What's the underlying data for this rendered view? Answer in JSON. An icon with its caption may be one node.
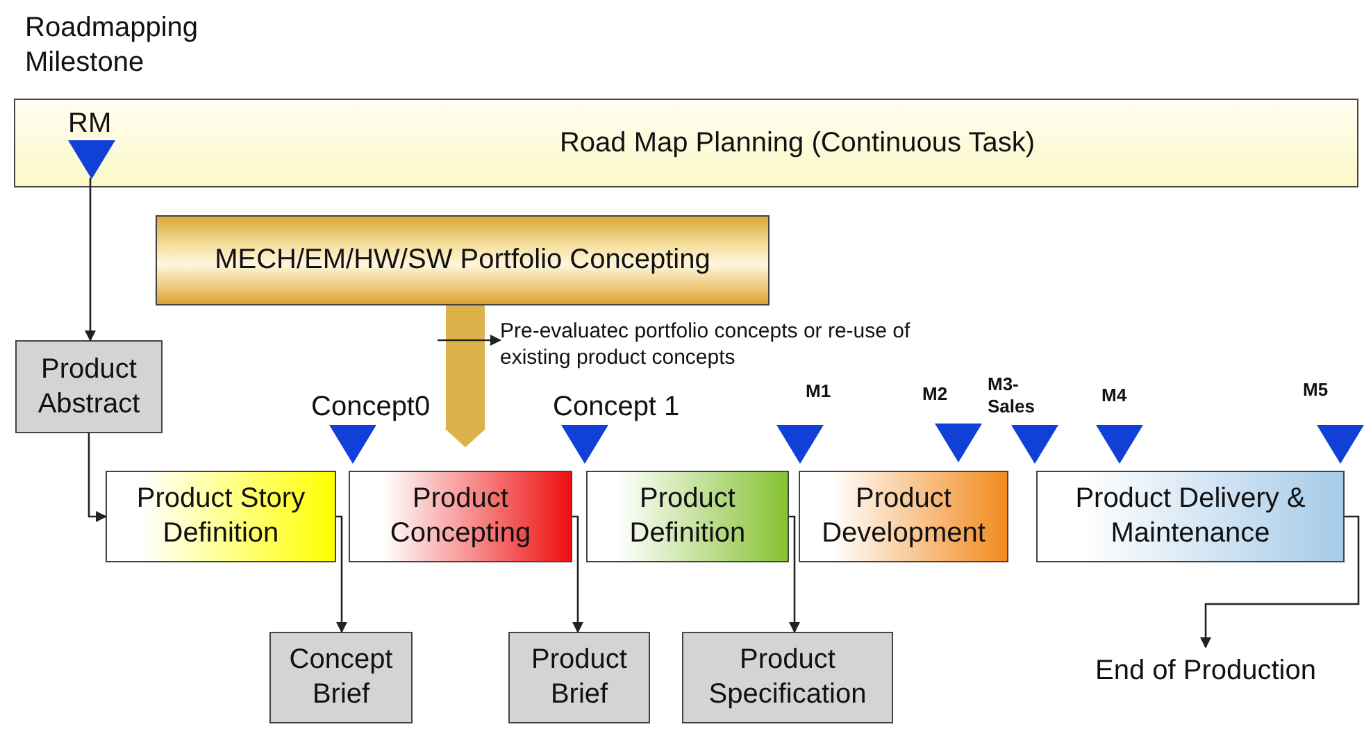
{
  "diagram": {
    "nodes": [
      {
        "text": [
          "Road Map Planning (Continuous Task)"
        ]
      },
      {
        "text": [
          "RM"
        ],
        "in": 0
      },
      {
        "text": [
          "MECH/EM/HW/SW Portfolio Concepting"
        ]
      },
      {
        "text": [
          "Product Abstract"
        ]
      },
      {
        "text": [
          "Product Story Definition"
        ]
      },
      {
        "text": [
          "Product Concepting"
        ]
      },
      {
        "text": [
          "Product Definition"
        ]
      },
      {
        "text": [
          "Product Development"
        ]
      },
      {
        "text": [
          "Product Delivery & Maintenance"
        ]
      },
      {
        "text": [
          "Concept Brief"
        ]
      },
      {
        "text": [
          "Product Brief"
        ]
      },
      {
        "text": [
          "Product Specification"
        ]
      },
      {
        "text": [
          "End of Production"
        ]
      },
      {
        "text": [
          "Pre-evaluatec portfolio concepts or re-use of existing product concepts"
        ]
      },
      {
        "text": [
          "Concept0"
        ]
      },
      {
        "text": [
          "Concept 1"
        ]
      },
      {
        "text": [
          "M1"
        ]
      },
      {
        "text": [
          "M2"
        ]
      },
      {
        "text": [
          "M3- Sales"
        ]
      },
      {
        "text": [
          "M4"
        ]
      },
      {
        "text": [
          "M5"
        ]
      }
    ],
    "edges": [
      {
        "from": 1,
        "to": 3,
        "arrow": "to"
      },
      {
        "from": 3,
        "to": 4,
        "arrow": "to"
      },
      {
        "from": 4,
        "to": 9,
        "arrow": "to"
      },
      {
        "from": 5,
        "to": 10,
        "arrow": "to"
      },
      {
        "from": 6,
        "to": 11,
        "arrow": "to"
      },
      {
        "from": 8,
        "to": 12,
        "arrow": "to"
      },
      {
        "from": 2,
        "to": 5,
        "arrow": "to",
        "style": "thick",
        "color": "#dcb34a"
      },
      {
        "from": null,
        "to": 13,
        "arrow": "to"
      }
    ],
    "labels": [
      "Roadmapping Milestone"
    ]
  }
}
